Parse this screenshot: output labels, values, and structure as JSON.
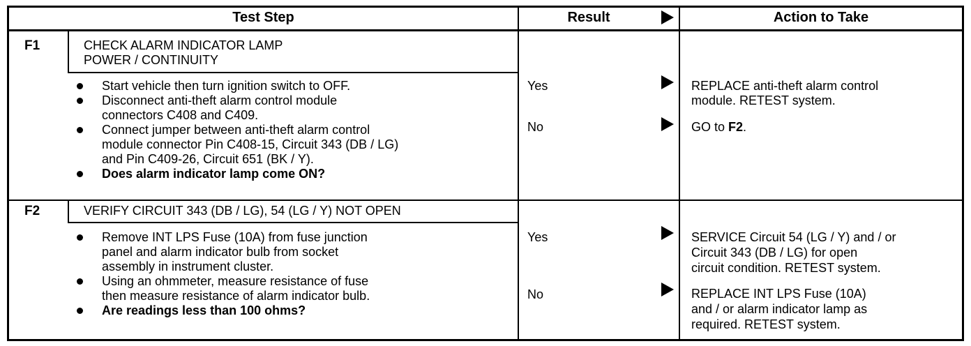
{
  "header": {
    "test_step": "Test Step",
    "result": "Result",
    "action": "Action to Take"
  },
  "steps": [
    {
      "id": "F1",
      "title_line1": "CHECK ALARM INDICATOR LAMP",
      "title_line2": "POWER / CONTINUITY",
      "bullets": [
        {
          "text": "Start vehicle then turn ignition switch to OFF.",
          "bold": false
        },
        {
          "text": "Disconnect anti-theft alarm control module\nconnectors C408 and C409.",
          "bold": false
        },
        {
          "text": "Connect jumper between anti-theft alarm control\nmodule connector Pin C408-15, Circuit 343 (DB / LG)\nand Pin C409-26, Circuit 651 (BK / Y).",
          "bold": false
        },
        {
          "text": "Does alarm indicator lamp come ON?",
          "bold": true
        }
      ],
      "results": [
        {
          "label": "Yes",
          "action_line1": "REPLACE anti-theft alarm control",
          "action_line2": "module. RETEST system."
        },
        {
          "label": "No",
          "action_prefix": "GO to ",
          "action_bold": "F2",
          "action_suffix": "."
        }
      ]
    },
    {
      "id": "F2",
      "title_line1": "VERIFY CIRCUIT 343 (DB / LG), 54 (LG / Y) NOT OPEN",
      "bullets": [
        {
          "text": "Remove INT LPS Fuse (10A) from fuse junction\npanel and alarm indicator bulb from socket\nassembly in instrument cluster.",
          "bold": false
        },
        {
          "text": "Using an ohmmeter, measure resistance of fuse\nthen measure resistance of alarm indicator bulb.",
          "bold": false
        },
        {
          "text": "Are readings less than 100 ohms?",
          "bold": true
        }
      ],
      "results": [
        {
          "label": "Yes",
          "action_line1": "SERVICE Circuit 54 (LG / Y) and / or",
          "action_line2": "Circuit 343 (DB / LG) for open",
          "action_line3": "circuit condition. RETEST system."
        },
        {
          "label": "No",
          "action_line1": "REPLACE INT LPS Fuse (10A)",
          "action_line2": "and / or alarm indicator lamp as",
          "action_line3": "required. RETEST system."
        }
      ]
    }
  ]
}
